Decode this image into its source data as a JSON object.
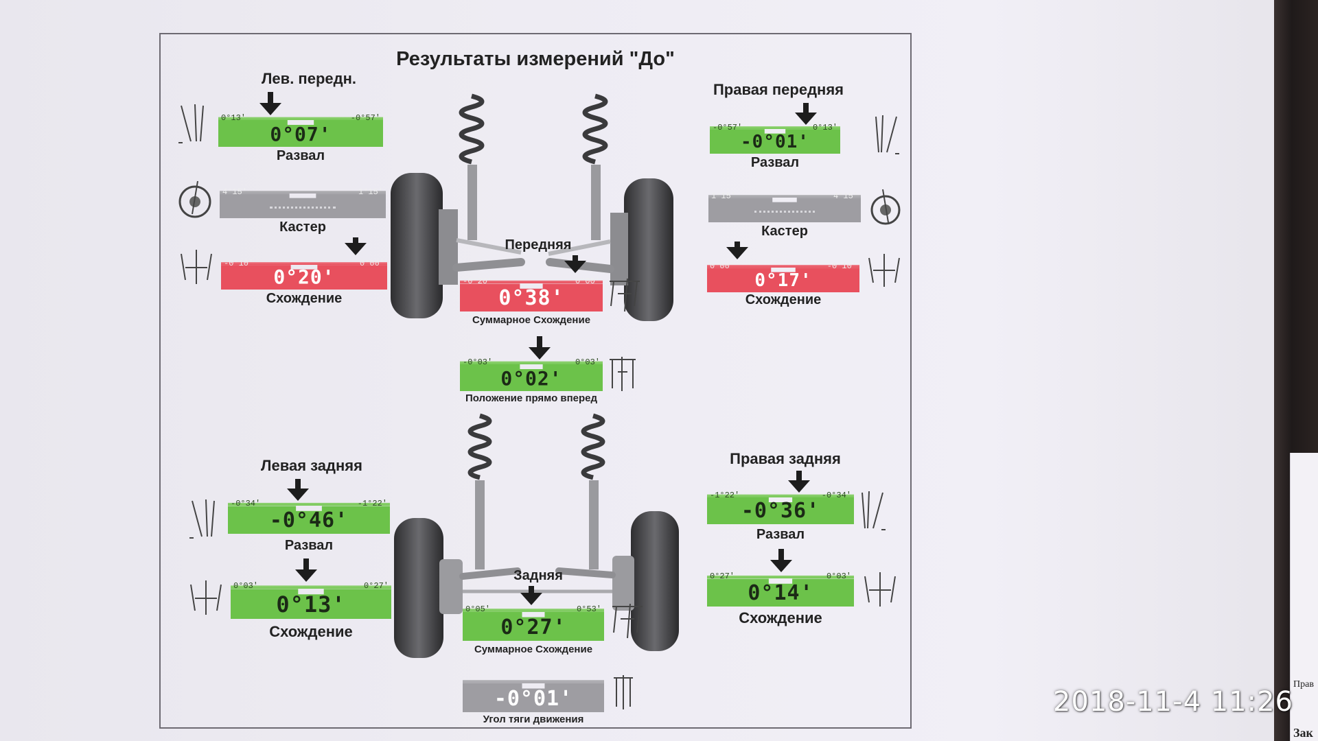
{
  "title": "Результаты измерений \"До\"",
  "front": {
    "axle_label": "Передняя",
    "left_label": "Лев. передн.",
    "right_label": "Правая передняя",
    "left": {
      "camber": {
        "label": "Развал",
        "value": "0°07'",
        "min": "0°13'",
        "max": "-0°57'"
      },
      "caster": {
        "label": "Кастер",
        "value": "",
        "min": "4°15'",
        "max": "1°15'"
      },
      "toe": {
        "label": "Схождение",
        "value": "0°20'",
        "min": "-0°10'",
        "max": "0°00'"
      }
    },
    "right": {
      "camber": {
        "label": "Развал",
        "value": "-0°01'",
        "min": "-0°57'",
        "max": "0°13'"
      },
      "caster": {
        "label": "Кастер",
        "value": "",
        "min": "1°15'",
        "max": "4°15'"
      },
      "toe": {
        "label": "Схождение",
        "value": "0°17'",
        "min": "0°00'",
        "max": "-0°10'"
      }
    },
    "total_toe": {
      "label": "Суммарное Схождение",
      "value": "0°38'",
      "min": "-0°20'",
      "max": "0°00'"
    },
    "straight_ahead": {
      "label": "Положение прямо вперед",
      "value": "0°02'",
      "min": "-0°03'",
      "max": "0°03'"
    }
  },
  "rear": {
    "axle_label": "Задняя",
    "left_label": "Левая задняя",
    "right_label": "Правая задняя",
    "left": {
      "camber": {
        "label": "Развал",
        "value": "-0°46'",
        "min": "-0°34'",
        "max": "-1°22'"
      },
      "toe": {
        "label": "Схождение",
        "value": "0°13'",
        "min": "0°03'",
        "max": "0°27'"
      }
    },
    "right": {
      "camber": {
        "label": "Развал",
        "value": "-0°36'",
        "min": "-1°22'",
        "max": "-0°34'"
      },
      "toe": {
        "label": "Схождение",
        "value": "0°14'",
        "min": "0°27'",
        "max": "0°03'"
      }
    },
    "total_toe": {
      "label": "Суммарное Схождение",
      "value": "0°27'",
      "min": "0°05'",
      "max": "0°53'"
    },
    "thrust_angle": {
      "label": "Угол тяги движения",
      "value": "-0°01'"
    }
  },
  "timestamp": "2018-11-4 11:26",
  "edge_text": [
    "Прав",
    "Зак"
  ]
}
